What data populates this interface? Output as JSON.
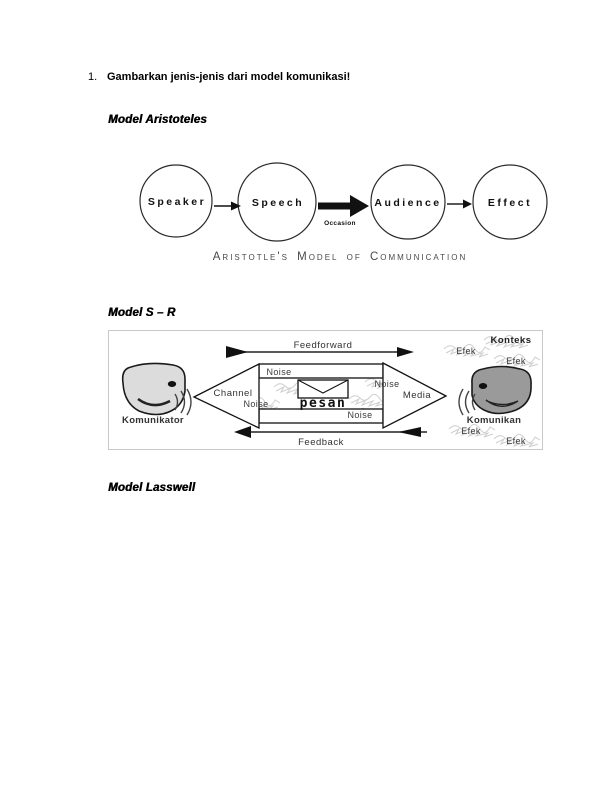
{
  "question": {
    "number": "1.",
    "text": "Gambarkan jenis-jenis dari model komunikasi!"
  },
  "aristotle": {
    "heading": "Model Aristoteles",
    "nodes": [
      "Speaker",
      "Speech",
      "Audience",
      "Effect"
    ],
    "arrow_label": "Occasion",
    "caption": "Aristotle's Model of Communication"
  },
  "sr": {
    "heading": "Model S – R",
    "labels": {
      "feedforward": "Feedforward",
      "feedback": "Feedback",
      "channel": "Channel",
      "media": "Media",
      "noise": "Noise",
      "message": "pesan",
      "konteks": "Konteks",
      "efek": "Efek",
      "komunikator": "Komunikator",
      "komunikan": "Komunikan"
    }
  },
  "lasswell": {
    "heading": "Model Lasswell"
  },
  "colors": {
    "ink": "#111111",
    "gray_text": "#4a4a4a",
    "light_head": "#dcdcdc",
    "dark_head": "#9a9a9a",
    "scribble": "#cfcfcf"
  }
}
